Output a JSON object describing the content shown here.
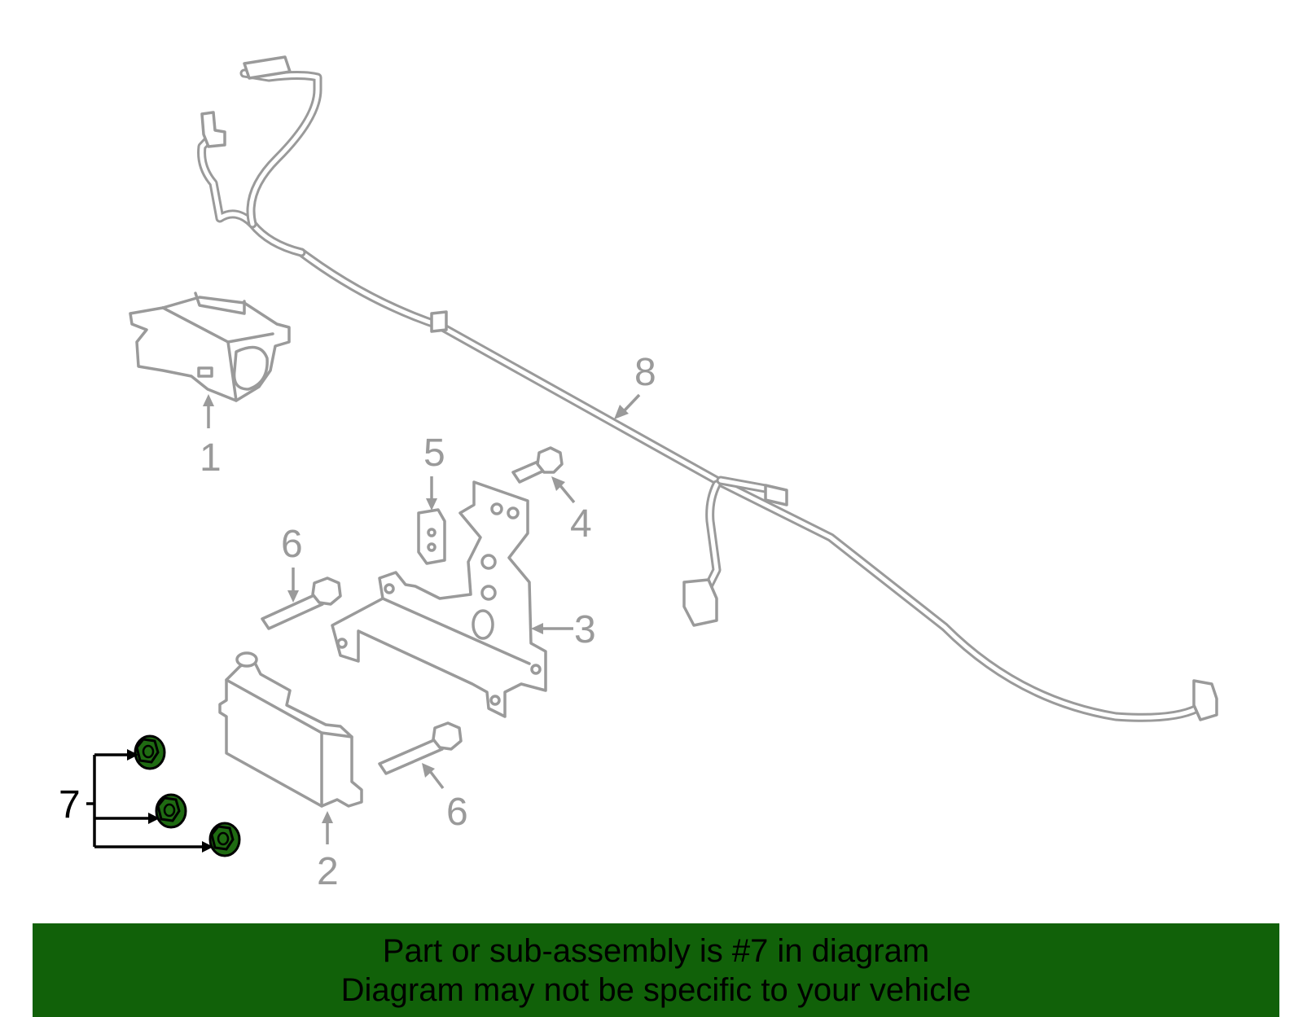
{
  "callouts": {
    "c1": "1",
    "c2": "2",
    "c3": "3",
    "c4": "4",
    "c5": "5",
    "c6a": "6",
    "c6b": "6",
    "c7": "7",
    "c8": "8"
  },
  "banner": {
    "line1": "Part or sub-assembly is #7 in diagram",
    "line2": "Diagram may not be specific to your vehicle"
  },
  "colors": {
    "banner_bg": "#116109",
    "highlight_part": "#1f6b12",
    "line_art": "#9a9a9a"
  }
}
